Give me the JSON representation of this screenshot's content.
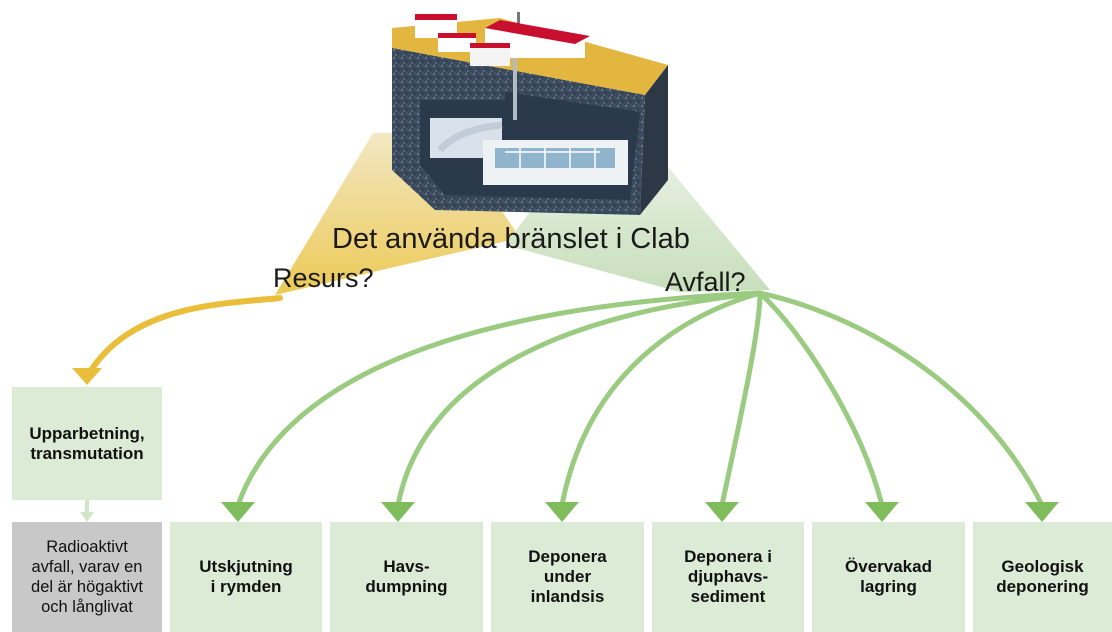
{
  "diagram": {
    "title": "Det använda bränslet i Clab",
    "branch_resource": "Resurs?",
    "branch_waste": "Avfall?",
    "resource_option": "Upparbetning,\ntransmutation",
    "resource_result": "Radioaktivt\navfall, varav en\ndel är högaktivt\noch långlivat",
    "waste_options": [
      "Utskjutning\ni rymden",
      "Havs-\ndumpning",
      "Deponera\nunder\ninlandsis",
      "Deponera i\ndjuphavs-\nsediment",
      "Övervakad\nlagring",
      "Geologisk\ndeponering"
    ]
  },
  "colors": {
    "resource_arrow": "#e8be3a",
    "waste_arrow": "#8cc46e",
    "box_fill": "#dcebd5",
    "result_box_fill": "#c8c8c8"
  },
  "icons": {
    "facility_illustration": "clab-facility-cross-section"
  }
}
